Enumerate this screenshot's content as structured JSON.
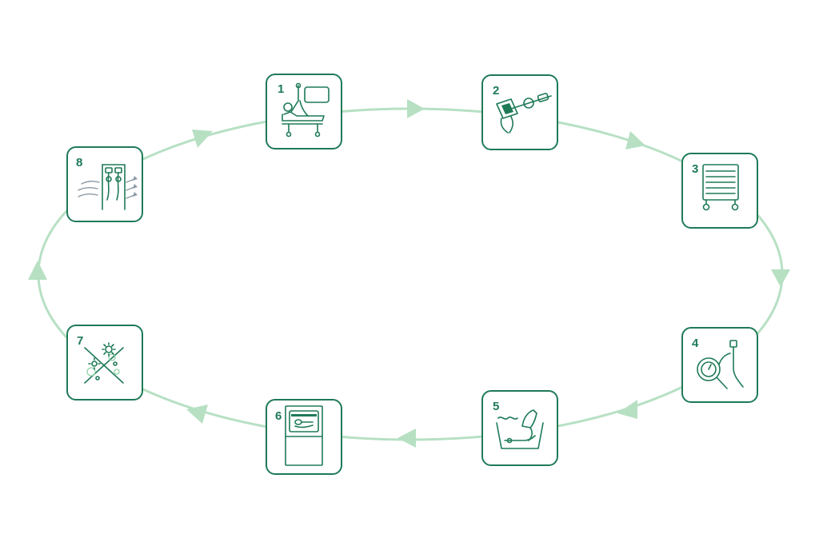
{
  "colors": {
    "dark": "#1e7a57",
    "loop": "#b7e0c3",
    "light_icon": "#8fd3a6",
    "grey": "#8a9aa6"
  },
  "steps": [
    {
      "number": "1",
      "icon": "patient-bed-endoscope-icon"
    },
    {
      "number": "2",
      "icon": "precleaning-wipe-icon"
    },
    {
      "number": "3",
      "icon": "transport-cart-icon"
    },
    {
      "number": "4",
      "icon": "leak-test-magnifier-icon"
    },
    {
      "number": "5",
      "icon": "manual-cleaning-basin-icon"
    },
    {
      "number": "6",
      "icon": "washer-disinfector-icon"
    },
    {
      "number": "7",
      "icon": "disinfection-germs-icon"
    },
    {
      "number": "8",
      "icon": "drying-cabinet-icon"
    }
  ]
}
